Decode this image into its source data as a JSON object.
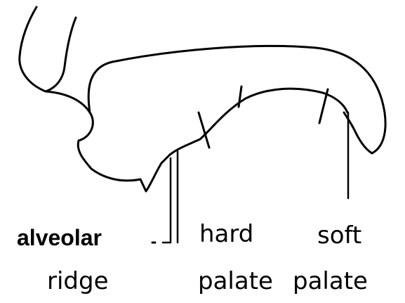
{
  "diagram": {
    "labels": {
      "alveolar_ridge_line1": "alveolar",
      "alveolar_ridge_line2": "ridge",
      "hard_palate_line1": "hard",
      "hard_palate_line2": "palate",
      "soft_palate_line1": "soft",
      "soft_palate_line2": "palate"
    },
    "colors": {
      "stroke": "#000000",
      "background": "#ffffff"
    }
  }
}
